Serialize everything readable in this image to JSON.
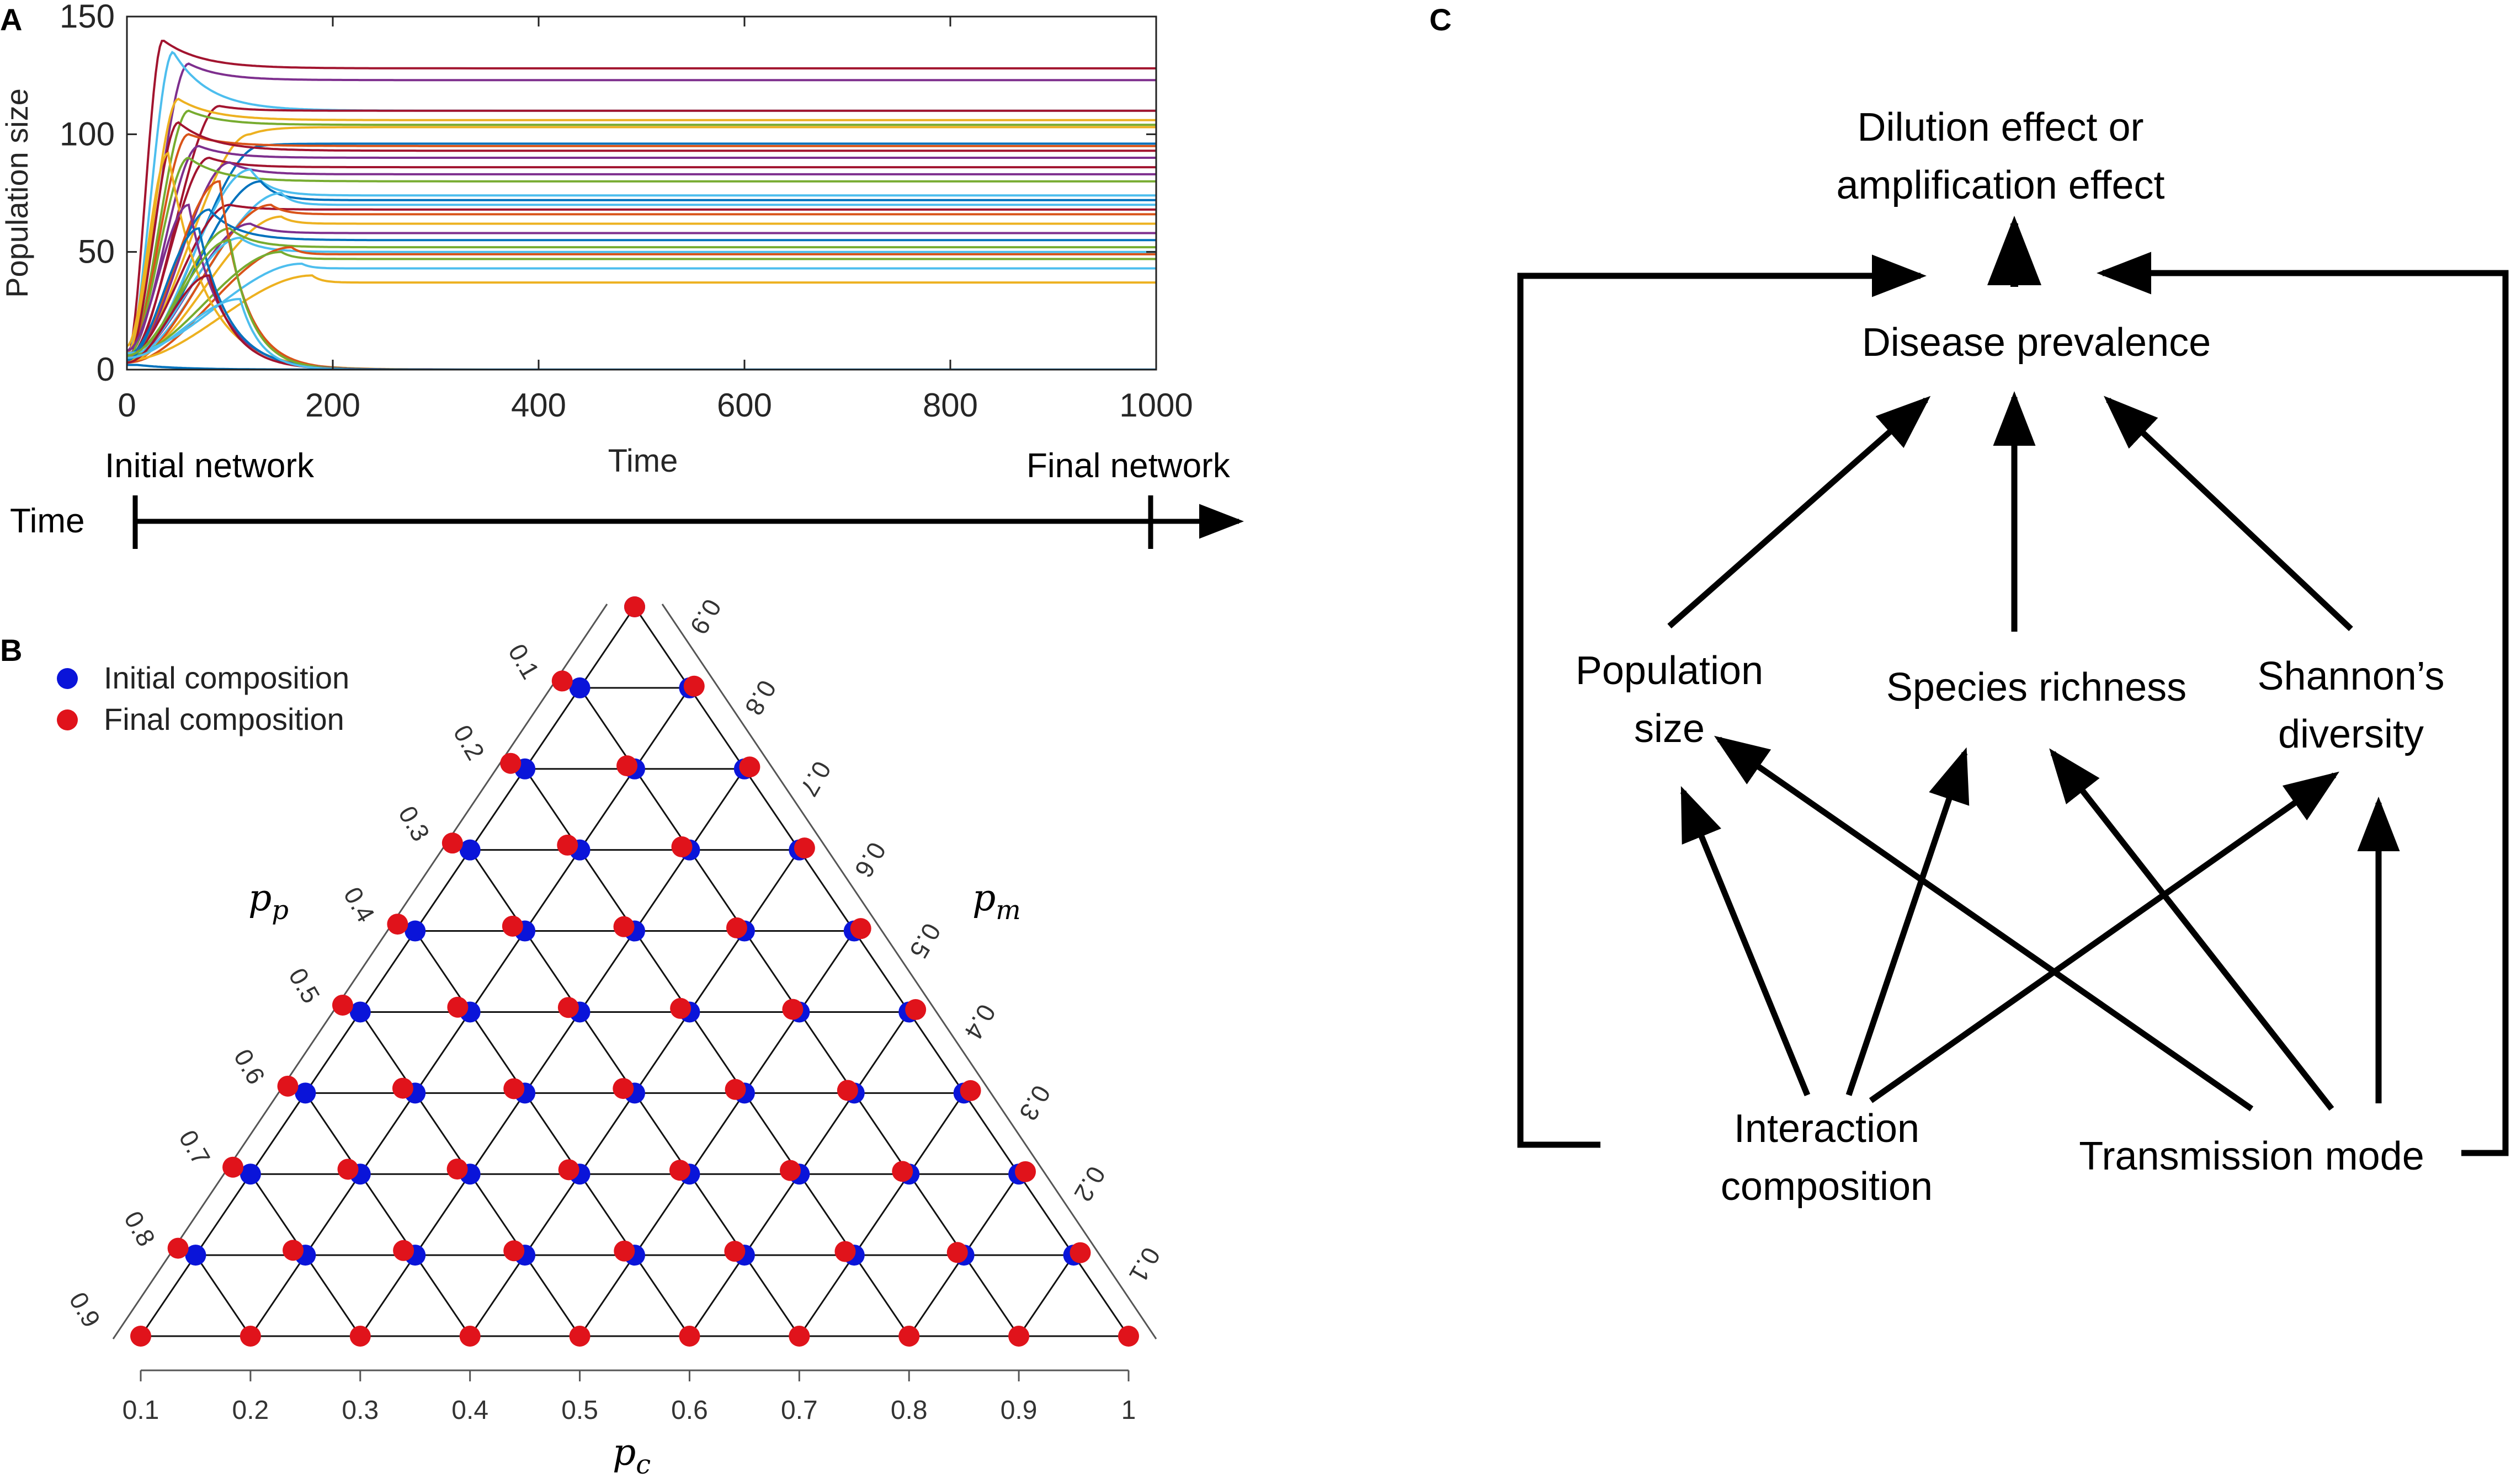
{
  "panels": {
    "a": {
      "letter": "A"
    },
    "b": {
      "letter": "B"
    },
    "c": {
      "letter": "C"
    }
  },
  "timeline": {
    "label": "Time",
    "start_label": "Initial network",
    "end_label": "Final network"
  },
  "chart_data": [
    {
      "type": "line",
      "panel": "A",
      "xlabel": "Time",
      "ylabel": "Population size",
      "xlim": [
        0,
        1000
      ],
      "ylim": [
        0,
        150
      ],
      "xticks": [
        0,
        200,
        400,
        600,
        800,
        1000
      ],
      "yticks": [
        0,
        50,
        100,
        150
      ],
      "grid": false,
      "series": [
        {
          "color": "#a2142f",
          "y0": 5,
          "peak": 140,
          "t_peak": 35,
          "final": 128
        },
        {
          "color": "#7e2f8e",
          "y0": 8,
          "peak": 130,
          "t_peak": 60,
          "final": 123
        },
        {
          "color": "#4dbeee",
          "y0": 6,
          "peak": 135,
          "t_peak": 45,
          "final": 110
        },
        {
          "color": "#a2142f",
          "y0": 4,
          "peak": 112,
          "t_peak": 90,
          "final": 110
        },
        {
          "color": "#edb120",
          "y0": 7,
          "peak": 115,
          "t_peak": 50,
          "final": 106
        },
        {
          "color": "#77ac30",
          "y0": 5,
          "peak": 110,
          "t_peak": 60,
          "final": 104
        },
        {
          "color": "#edb120",
          "y0": 6,
          "peak": 100,
          "t_peak": 120,
          "final": 103
        },
        {
          "color": "#0072bd",
          "y0": 3,
          "peak": 95,
          "t_peak": 130,
          "final": 96
        },
        {
          "color": "#d95319",
          "y0": 5,
          "peak": 100,
          "t_peak": 60,
          "final": 95
        },
        {
          "color": "#a2142f",
          "y0": 4,
          "peak": 105,
          "t_peak": 50,
          "final": 93
        },
        {
          "color": "#7e2f8e",
          "y0": 6,
          "peak": 95,
          "t_peak": 70,
          "final": 90
        },
        {
          "color": "#a2142f",
          "y0": 5,
          "peak": 90,
          "t_peak": 80,
          "final": 86
        },
        {
          "color": "#7e2f8e",
          "y0": 4,
          "peak": 88,
          "t_peak": 100,
          "final": 83
        },
        {
          "color": "#77ac30",
          "y0": 5,
          "peak": 90,
          "t_peak": 60,
          "final": 80
        },
        {
          "color": "#4dbeee",
          "y0": 3,
          "peak": 85,
          "t_peak": 120,
          "final": 74
        },
        {
          "color": "#0072bd",
          "y0": 4,
          "peak": 80,
          "t_peak": 130,
          "final": 72
        },
        {
          "color": "#4dbeee",
          "y0": 5,
          "peak": 75,
          "t_peak": 150,
          "final": 70
        },
        {
          "color": "#a2142f",
          "y0": 6,
          "peak": 70,
          "t_peak": 100,
          "final": 68
        },
        {
          "color": "#d95319",
          "y0": 3,
          "peak": 70,
          "t_peak": 140,
          "final": 66
        },
        {
          "color": "#edb120",
          "y0": 4,
          "peak": 65,
          "t_peak": 150,
          "final": 62
        },
        {
          "color": "#7e2f8e",
          "y0": 5,
          "peak": 62,
          "t_peak": 120,
          "final": 58
        },
        {
          "color": "#0072bd",
          "y0": 6,
          "peak": 68,
          "t_peak": 80,
          "final": 55
        },
        {
          "color": "#77ac30",
          "y0": 4,
          "peak": 60,
          "t_peak": 100,
          "final": 52
        },
        {
          "color": "#4dbeee",
          "y0": 5,
          "peak": 56,
          "t_peak": 110,
          "final": 50
        },
        {
          "color": "#d95319",
          "y0": 3,
          "peak": 52,
          "t_peak": 160,
          "final": 49
        },
        {
          "color": "#77ac30",
          "y0": 6,
          "peak": 50,
          "t_peak": 150,
          "final": 47
        },
        {
          "color": "#4dbeee",
          "y0": 7,
          "peak": 45,
          "t_peak": 170,
          "final": 43
        },
        {
          "color": "#edb120",
          "y0": 4,
          "peak": 40,
          "t_peak": 180,
          "final": 37
        },
        {
          "color": "#edb120",
          "y0": 10,
          "peak": 92,
          "t_peak": 40,
          "final": 0
        },
        {
          "color": "#d95319",
          "y0": 5,
          "peak": 80,
          "t_peak": 90,
          "final": 0
        },
        {
          "color": "#7e2f8e",
          "y0": 8,
          "peak": 70,
          "t_peak": 60,
          "final": 0
        },
        {
          "color": "#0072bd",
          "y0": 4,
          "peak": 60,
          "t_peak": 70,
          "final": 0
        },
        {
          "color": "#77ac30",
          "y0": 6,
          "peak": 55,
          "t_peak": 100,
          "final": 0
        },
        {
          "color": "#a2142f",
          "y0": 3,
          "peak": 40,
          "t_peak": 80,
          "final": 0
        },
        {
          "color": "#4dbeee",
          "y0": 5,
          "peak": 30,
          "t_peak": 110,
          "final": 0
        },
        {
          "color": "#0072bd",
          "y0": 2,
          "peak": 2,
          "t_peak": 10,
          "final": 0
        }
      ]
    },
    {
      "type": "scatter",
      "subtype": "ternary",
      "panel": "B",
      "axes": {
        "bottom": {
          "label": "p",
          "sub": "c",
          "ticks": [
            "0.1",
            "0.2",
            "0.3",
            "0.4",
            "0.5",
            "0.6",
            "0.7",
            "0.8",
            "0.9",
            "1"
          ]
        },
        "left": {
          "label": "p",
          "sub": "p",
          "ticks": [
            "0.1",
            "0.2",
            "0.3",
            "0.4",
            "0.5",
            "0.6",
            "0.7",
            "0.8",
            "0.9"
          ]
        },
        "right": {
          "label": "p",
          "sub": "m",
          "ticks": [
            "0.9",
            "0.8",
            "0.7",
            "0.6",
            "0.5",
            "0.4",
            "0.3",
            "0.2",
            "0.1"
          ]
        }
      },
      "legend": {
        "placement": "top-left",
        "entries": [
          {
            "label": "Initial composition",
            "color": "#0a14d9"
          },
          {
            "label": "Final composition",
            "color": "#e0131b"
          }
        ]
      },
      "initial_color": "#0a14d9",
      "final_color": "#e0131b",
      "grid_steps": 9,
      "points": [
        {
          "row": 0,
          "col": 0,
          "dp": 0,
          "dc": 0
        },
        {
          "row": 1,
          "col": 0,
          "dp": 0.1,
          "dc": -0.1
        },
        {
          "row": 1,
          "col": 1,
          "dp": 0,
          "dc": 0.07
        },
        {
          "row": 2,
          "col": 0,
          "dp": 0.07,
          "dc": -0.1
        },
        {
          "row": 2,
          "col": 1,
          "dp": 0.07,
          "dc": 0
        },
        {
          "row": 2,
          "col": 2,
          "dp": 0,
          "dc": 0.08
        },
        {
          "row": 3,
          "col": 0,
          "dp": 0.1,
          "dc": -0.1
        },
        {
          "row": 3,
          "col": 1,
          "dp": 0.07,
          "dc": -0.07
        },
        {
          "row": 3,
          "col": 2,
          "dp": 0.07,
          "dc": 0
        },
        {
          "row": 3,
          "col": 3,
          "dp": 0,
          "dc": 0.08
        },
        {
          "row": 4,
          "col": 0,
          "dp": 0.1,
          "dc": -0.1
        },
        {
          "row": 4,
          "col": 1,
          "dp": 0.07,
          "dc": -0.07
        },
        {
          "row": 4,
          "col": 2,
          "dp": 0.08,
          "dc": -0.03
        },
        {
          "row": 4,
          "col": 3,
          "dp": 0.07,
          "dc": 0
        },
        {
          "row": 4,
          "col": 4,
          "dp": 0,
          "dc": 0.1
        },
        {
          "row": 5,
          "col": 0,
          "dp": 0.1,
          "dc": -0.1
        },
        {
          "row": 5,
          "col": 1,
          "dp": 0.07,
          "dc": -0.07
        },
        {
          "row": 5,
          "col": 2,
          "dp": 0.08,
          "dc": -0.04
        },
        {
          "row": 5,
          "col": 3,
          "dp": 0.07,
          "dc": -0.02
        },
        {
          "row": 5,
          "col": 4,
          "dp": 0.06,
          "dc": 0
        },
        {
          "row": 5,
          "col": 5,
          "dp": 0,
          "dc": 0.1
        },
        {
          "row": 6,
          "col": 0,
          "dp": 0.1,
          "dc": -0.1
        },
        {
          "row": 6,
          "col": 1,
          "dp": 0.07,
          "dc": -0.07
        },
        {
          "row": 6,
          "col": 2,
          "dp": 0.07,
          "dc": -0.05
        },
        {
          "row": 6,
          "col": 3,
          "dp": 0.08,
          "dc": -0.04
        },
        {
          "row": 6,
          "col": 4,
          "dp": 0.07,
          "dc": -0.02
        },
        {
          "row": 6,
          "col": 5,
          "dp": 0.06,
          "dc": 0
        },
        {
          "row": 6,
          "col": 6,
          "dp": 0,
          "dc": 0.1
        },
        {
          "row": 7,
          "col": 0,
          "dp": 0.1,
          "dc": -0.1
        },
        {
          "row": 7,
          "col": 1,
          "dp": 0.07,
          "dc": -0.07
        },
        {
          "row": 7,
          "col": 2,
          "dp": 0.08,
          "dc": -0.06
        },
        {
          "row": 7,
          "col": 3,
          "dp": 0.07,
          "dc": -0.05
        },
        {
          "row": 7,
          "col": 4,
          "dp": 0.07,
          "dc": -0.03
        },
        {
          "row": 7,
          "col": 5,
          "dp": 0.07,
          "dc": -0.02
        },
        {
          "row": 7,
          "col": 6,
          "dp": 0.06,
          "dc": 0
        },
        {
          "row": 7,
          "col": 7,
          "dp": 0,
          "dc": 0.1
        },
        {
          "row": 8,
          "col": 0,
          "dp": 0.1,
          "dc": -0.1
        },
        {
          "row": 8,
          "col": 1,
          "dp": 0.07,
          "dc": -0.07
        },
        {
          "row": 8,
          "col": 2,
          "dp": 0.07,
          "dc": -0.06
        },
        {
          "row": 8,
          "col": 3,
          "dp": 0.07,
          "dc": -0.05
        },
        {
          "row": 8,
          "col": 4,
          "dp": 0.07,
          "dc": -0.04
        },
        {
          "row": 8,
          "col": 5,
          "dp": 0.07,
          "dc": -0.03
        },
        {
          "row": 8,
          "col": 6,
          "dp": 0.07,
          "dc": -0.02
        },
        {
          "row": 8,
          "col": 7,
          "dp": 0.06,
          "dc": 0
        },
        {
          "row": 8,
          "col": 8,
          "dp": 0,
          "dc": 0.1
        },
        {
          "row": 9,
          "col": 0,
          "dp": 0,
          "dc": 0
        },
        {
          "row": 9,
          "col": 1,
          "dp": 0,
          "dc": 0
        },
        {
          "row": 9,
          "col": 2,
          "dp": 0,
          "dc": 0
        },
        {
          "row": 9,
          "col": 3,
          "dp": 0,
          "dc": 0
        },
        {
          "row": 9,
          "col": 4,
          "dp": 0,
          "dc": 0
        },
        {
          "row": 9,
          "col": 5,
          "dp": 0,
          "dc": 0
        },
        {
          "row": 9,
          "col": 6,
          "dp": 0,
          "dc": 0
        },
        {
          "row": 9,
          "col": 7,
          "dp": 0,
          "dc": 0
        },
        {
          "row": 9,
          "col": 8,
          "dp": 0,
          "dc": 0
        },
        {
          "row": 9,
          "col": 9,
          "dp": 0,
          "dc": 0
        }
      ]
    }
  ],
  "diagram": {
    "top_line1": "Dilution effect or",
    "top_line2": "amplification effect",
    "prevalence": "Disease prevalence",
    "pop_line1": "Population",
    "pop_line2": "size",
    "richness": "Species richness",
    "shannon_line1": "Shannon’s",
    "shannon_line2": "diversity",
    "interaction_line1": "Interaction",
    "interaction_line2": "composition",
    "transmission": "Transmission mode"
  }
}
